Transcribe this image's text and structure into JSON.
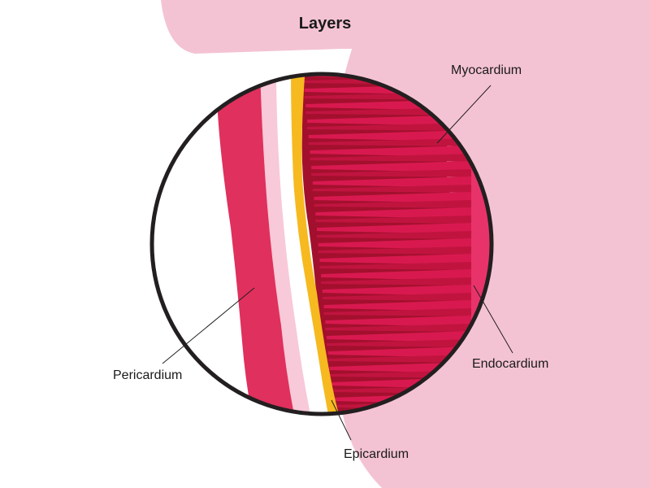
{
  "title": "Layers",
  "labels": {
    "myocardium": "Myocardium",
    "pericardium": "Pericardium",
    "endocardium": "Endocardium",
    "epicardium": "Epicardium"
  },
  "colors": {
    "background_pink": "#f4c3d3",
    "pericardium": "#e0305d",
    "myocardium_dark": "#a3102e",
    "myocardium_light": "#d8194f",
    "epicardium": "#f6b91f",
    "serous_layer": "#fbdde6",
    "outline": "#231f20"
  }
}
